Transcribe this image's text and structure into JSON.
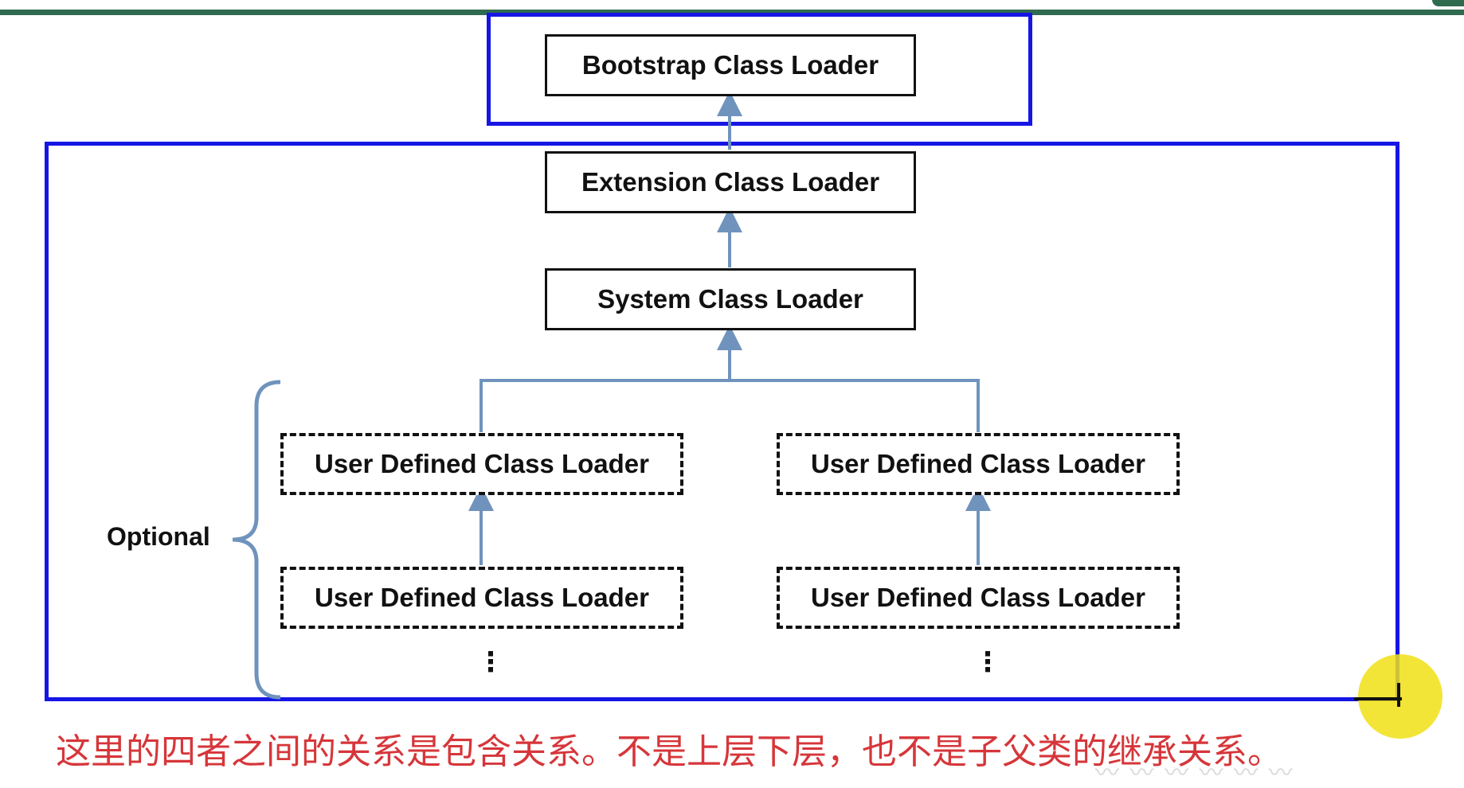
{
  "diagram": {
    "bootstrap_loader": "Bootstrap Class Loader",
    "extension_loader": "Extension Class Loader",
    "system_loader": "System Class Loader",
    "user_defined_loaders": [
      "User Defined Class Loader",
      "User Defined Class Loader",
      "User Defined Class Loader",
      "User Defined Class Loader"
    ],
    "optional_label": "Optional",
    "ellipsis": "⋮"
  },
  "caption": "这里的四者之间的关系是包含关系。不是上层下层，也不是子父类的继承关系。",
  "colors": {
    "highlight_box": "#1515e6",
    "arrow": "#6f93bd",
    "caption_text": "#d6363a",
    "top_bar": "#2f6b4f",
    "cursor_highlight": "#f0e114"
  }
}
